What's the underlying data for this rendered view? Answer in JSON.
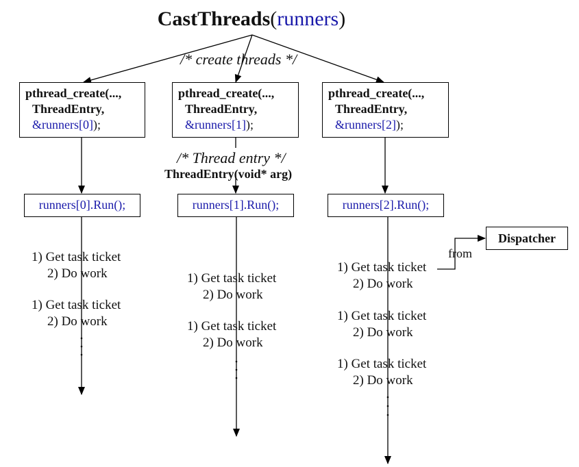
{
  "title": {
    "name": "CastThreads",
    "open_paren": "(",
    "arg": "runners",
    "close_paren": ")"
  },
  "create_comment": "/* create threads */",
  "threads": [
    {
      "create_line1": "pthread_create(...,",
      "create_line2": "ThreadEntry,",
      "create_line3_arg": "&runners[0]",
      "create_line3_end": ");",
      "run_label": "runners[0].Run();",
      "tasks": [
        {
          "line1": "1) Get task ticket",
          "line2": "2) Do work"
        },
        {
          "line1": "1) Get task ticket",
          "line2": "2) Do work"
        }
      ]
    },
    {
      "create_line1": "pthread_create(...,",
      "create_line2": "ThreadEntry,",
      "create_line3_arg": "&runners[1]",
      "create_line3_end": ");",
      "run_label": "runners[1].Run();",
      "tasks": [
        {
          "line1": "1) Get task ticket",
          "line2": "2) Do work"
        },
        {
          "line1": "1) Get task ticket",
          "line2": "2) Do work"
        }
      ]
    },
    {
      "create_line1": "pthread_create(...,",
      "create_line2": "ThreadEntry,",
      "create_line3_arg": "&runners[2]",
      "create_line3_end": ");",
      "run_label": "runners[2].Run();",
      "tasks": [
        {
          "line1": "1) Get task ticket",
          "line2": "2) Do work"
        },
        {
          "line1": "1) Get task ticket",
          "line2": "2) Do work"
        },
        {
          "line1": "1) Get task ticket",
          "line2": "2) Do work"
        }
      ]
    }
  ],
  "entry_comment": "/* Thread entry */",
  "entry_signature": "ThreadEntry(void* arg)",
  "dispatcher_label": "Dispatcher",
  "from_label": "from",
  "colors": {
    "code_blue": "#1a1aaa",
    "line": "#000000"
  }
}
